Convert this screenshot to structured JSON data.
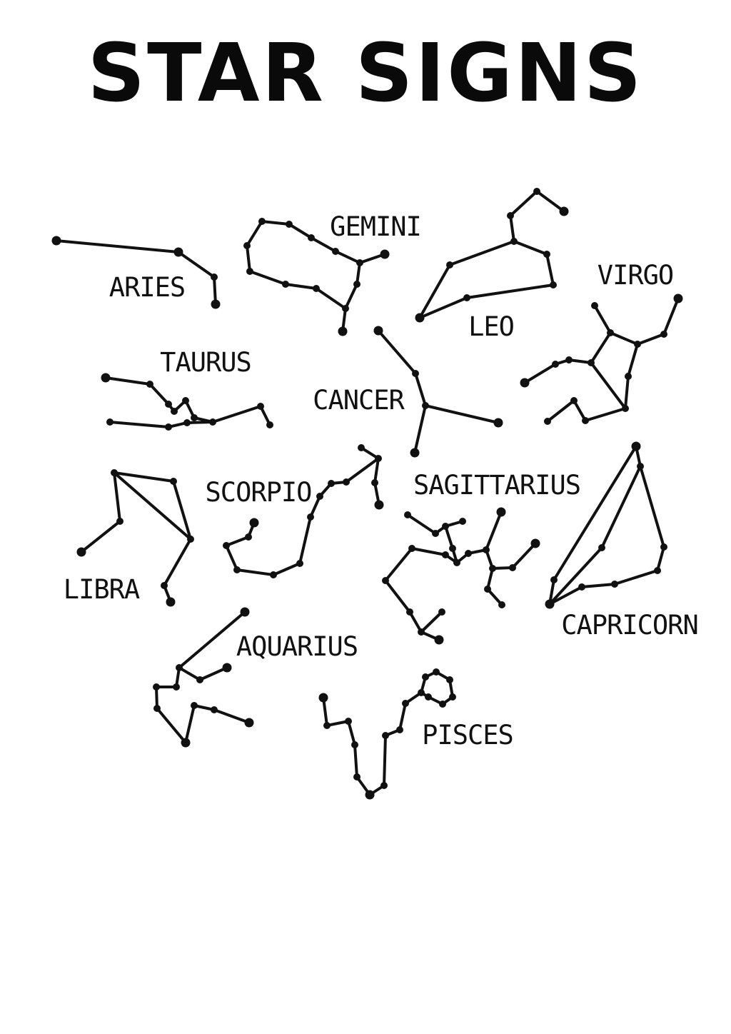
{
  "title": "STAR SIGNS",
  "ink": "#111111",
  "constellations": [
    {
      "name": "ARIES"
    },
    {
      "name": "GEMINI"
    },
    {
      "name": "LEO"
    },
    {
      "name": "VIRGO"
    },
    {
      "name": "TAURUS"
    },
    {
      "name": "CANCER"
    },
    {
      "name": "LIBRA"
    },
    {
      "name": "SCORPIO"
    },
    {
      "name": "SAGITTARIUS"
    },
    {
      "name": "CAPRICORN"
    },
    {
      "name": "AQUARIUS"
    },
    {
      "name": "PISCES"
    }
  ]
}
